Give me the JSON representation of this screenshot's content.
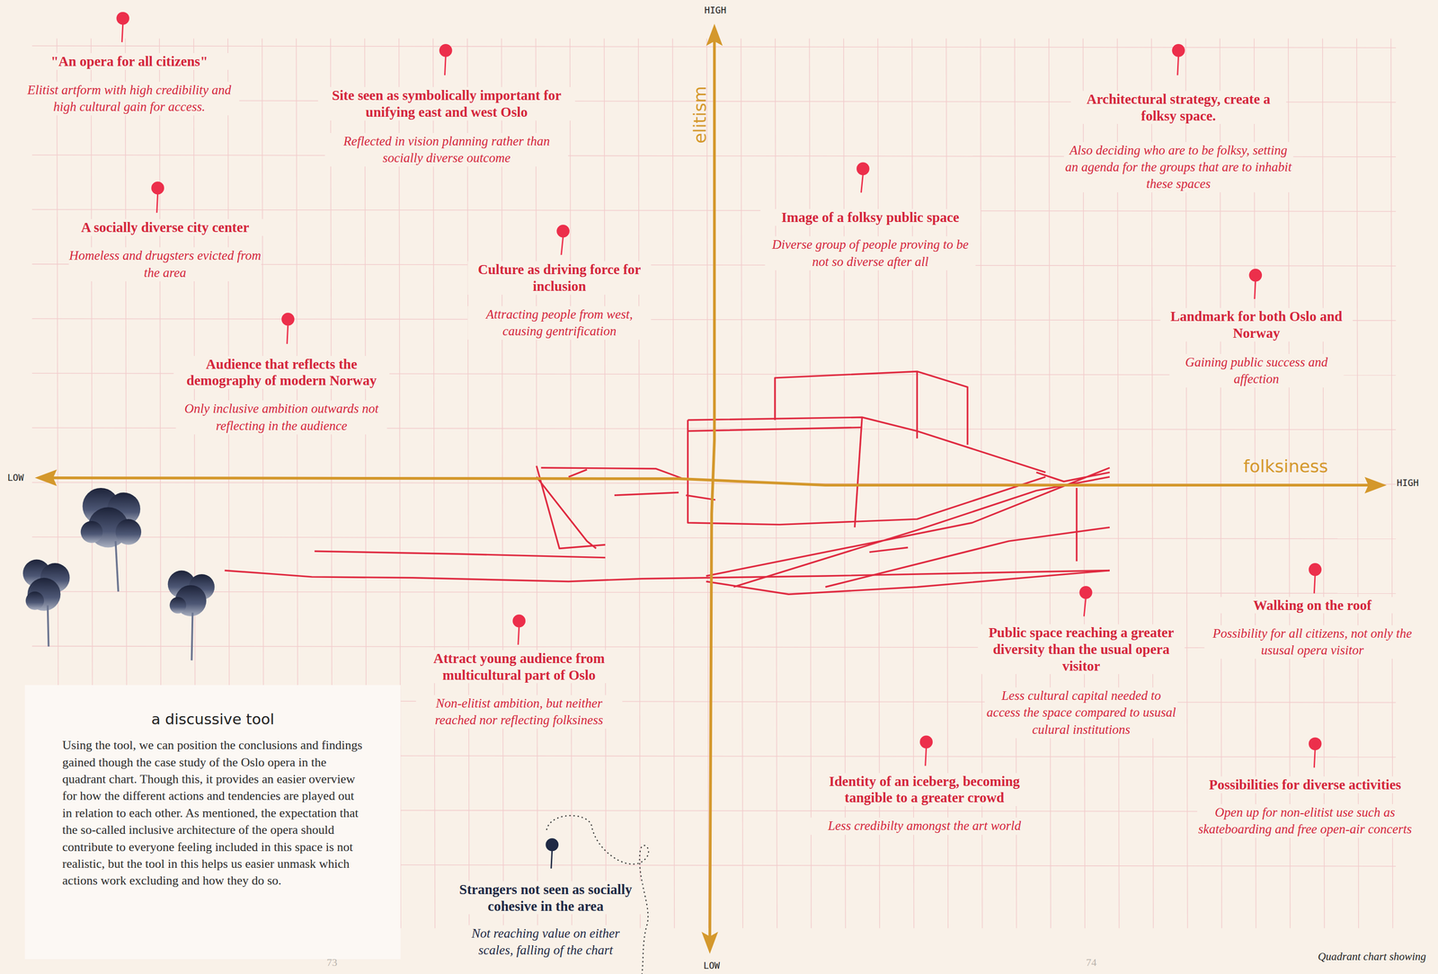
{
  "diagram": {
    "nodes": [
      {
        "text": [
          "a discussive tool",
          "Using the tool, we can position the conclusions and findings gained though the case study of the Oslo opera in the quadrant chart. Though this, it provides an easier overview for how the different actions and tendencies are played out in relation to each other. As mentioned, the expectation that the so-called inclusive architecture of the opera should contribute to everyone feeling included in this space is not realistic, but the tool in this helps us easier unmask which actions work excluding and how they do so."
        ]
      }
    ],
    "labels": [
      "HIGH",
      "elitism",
      "LOW",
      "folksiness",
      "HIGH",
      "LOW",
      "\"An opera for all citizens\"",
      "Elitist artform with high credibility and high cultural gain for access.",
      "Site seen as symbolically important for unifying east and west Oslo",
      "Reflected in vision planning rather than socially diverse outcome",
      "Architectural strategy, create a folksy space.",
      "Also deciding who are to be folksy, setting an agenda for the groups that are to inhabit these spaces",
      "Image of a folksy public space",
      "Diverse group of people proving to be not so diverse after all",
      "A socially diverse city center",
      "Homeless and drugsters evicted from the area",
      "Culture as driving force for inclusion",
      "Attracting people from west, causing gentrification",
      "Landmark for both Oslo and Norway",
      "Gaining public success and affection",
      "Audience that reflects the demography of modern Norway",
      "Only inclusive ambition outwards not reflecting in the audience",
      "Attract young audience from multicultural part of Oslo",
      "Non-elitist ambition, but neither reached nor reflecting folksiness",
      "Walking on the roof",
      "Possibility for all citizens, not only the ususal opera visitor",
      "Public space reaching a  greater diversity than the usual opera visitor",
      "Less cultural capital needed to access the space compared to ususal culural institutions",
      "Identity of an iceberg, becoming tangible to a greater crowd",
      "Less credibilty amongst the art world",
      "Possibilities for diverse activities",
      "Open up for non-elitist use such as skateboarding and free open-air concerts",
      "Strangers not seen as socially cohesive in the area",
      "Not reaching value on either scales, falling of the chart",
      "73",
      "74",
      "Quadrant chart showing"
    ]
  }
}
